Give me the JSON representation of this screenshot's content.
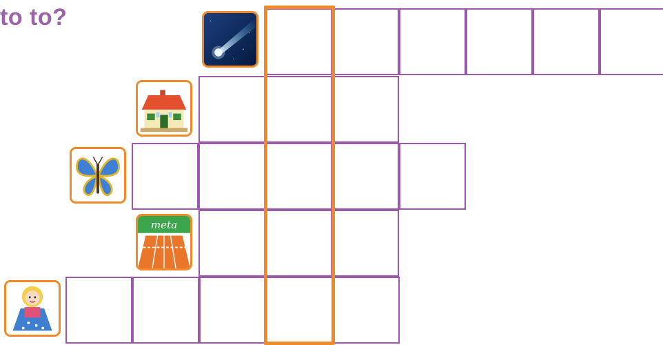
{
  "header": {
    "question_text": "to to?"
  },
  "puzzle": {
    "rows": [
      {
        "clue_icon": "comet-icon",
        "cells": 6
      },
      {
        "clue_icon": "house-icon",
        "cells": 3
      },
      {
        "clue_icon": "butterfly-icon",
        "cells": 5
      },
      {
        "clue_icon": "finish-line-icon",
        "cells": 3
      },
      {
        "clue_icon": "doll-icon",
        "cells": 5
      }
    ],
    "finish_banner_text": "meta",
    "colors": {
      "grid": "#9b5aa8",
      "highlight": "#ef8a2a",
      "title": "#9b63a8"
    }
  }
}
